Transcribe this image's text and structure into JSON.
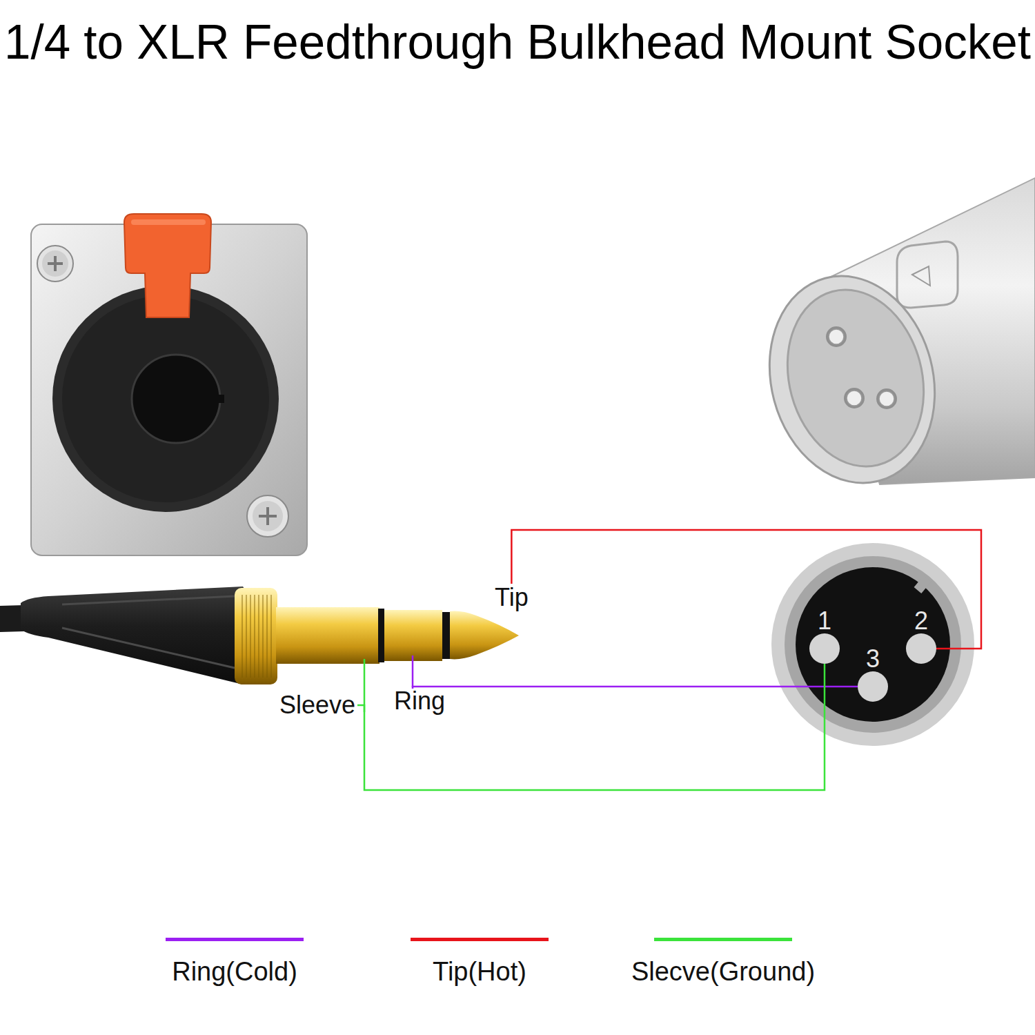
{
  "diagram": {
    "title": "1/4 to XLR Feedthrough Bulkhead Mount Socket",
    "nodes": [
      {
        "text": [
          "Tip"
        ]
      },
      {
        "text": [
          "Ring"
        ]
      },
      {
        "text": [
          "Sleeve"
        ]
      },
      {
        "text": [
          "1"
        ]
      },
      {
        "text": [
          "2"
        ]
      },
      {
        "text": [
          "3"
        ]
      }
    ],
    "edges": [
      {
        "from": 0,
        "to": 4,
        "arrow": "none"
      },
      {
        "from": 1,
        "to": 5,
        "arrow": "none"
      },
      {
        "from": 2,
        "to": 3,
        "arrow": "none"
      }
    ],
    "legend": [
      {
        "text": "Ring(Cold)",
        "color": "#9b1ff2"
      },
      {
        "text": "Tip(Hot)",
        "color": "#e8141b"
      },
      {
        "text": "Slecve(Ground)",
        "color": "#3be33b"
      }
    ]
  }
}
